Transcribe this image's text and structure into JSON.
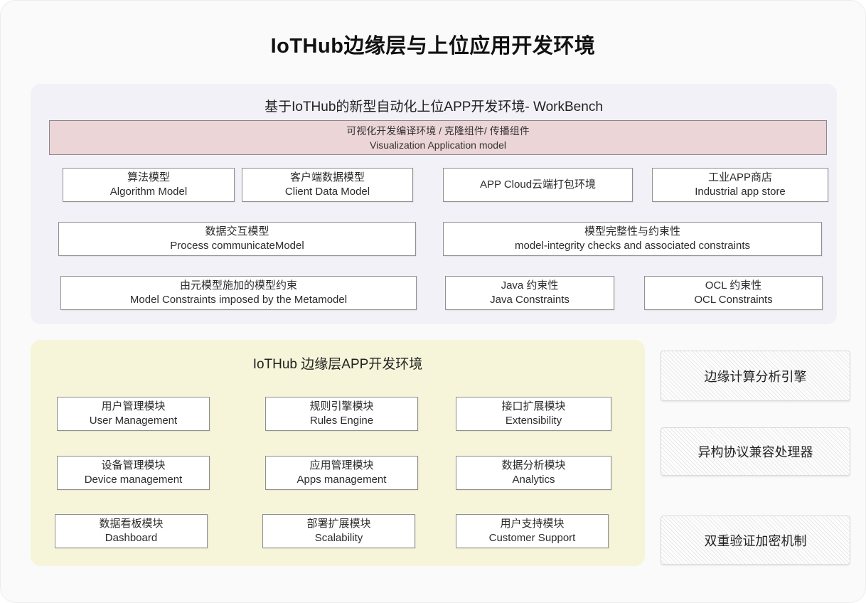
{
  "page": {
    "title": "IoTHub边缘层与上位应用开发环境"
  },
  "workbench": {
    "title": "基于IoTHub的新型自动化上位APP开发环境- WorkBench",
    "banner": {
      "line1": "可视化开发编译环境 / 克隆组件/ 传播组件",
      "line2": "Visualization Application model"
    },
    "boxes": [
      {
        "cn": "算法模型",
        "en": "Algorithm Model"
      },
      {
        "cn": "客户端数据模型",
        "en": "Client Data Model"
      },
      {
        "cn": "APP Cloud云端打包环境",
        "en": ""
      },
      {
        "cn": "工业APP商店",
        "en": "Industrial app store"
      },
      {
        "cn": "数据交互模型",
        "en": "Process communicateModel"
      },
      {
        "cn": "模型完整性与约束性",
        "en": "model-integrity checks and associated constraints"
      },
      {
        "cn": "由元模型施加的模型约束",
        "en": "Model Constraints imposed by the Metamodel"
      },
      {
        "cn": "Java 约束性",
        "en": "Java Constraints"
      },
      {
        "cn": "OCL 约束性",
        "en": "OCL Constraints"
      }
    ]
  },
  "edge": {
    "title": "IoTHub 边缘层APP开发环境",
    "modules": [
      {
        "cn": "用户管理模块",
        "en": "User Management"
      },
      {
        "cn": "规则引擎模块",
        "en": "Rules Engine"
      },
      {
        "cn": "接口扩展模块",
        "en": "Extensibility"
      },
      {
        "cn": "设备管理模块",
        "en": "Device management"
      },
      {
        "cn": "应用管理模块",
        "en": "Apps management"
      },
      {
        "cn": "数据分析模块",
        "en": "Analytics"
      },
      {
        "cn": "数据看板模块",
        "en": "Dashboard"
      },
      {
        "cn": "部署扩展模块",
        "en": "Scalability"
      },
      {
        "cn": "用户支持模块",
        "en": "Customer Support"
      }
    ]
  },
  "side": {
    "items": [
      "边缘计算分析引擎",
      "异构协议兼容处理器",
      "双重验证加密机制"
    ]
  },
  "colors": {
    "page_bg": "#fafafa",
    "workbench_bg": "#f2f1f8",
    "banner_bg": "#ecd5d7",
    "banner_border": "#8d878d",
    "edge_bg": "#f6f5d9",
    "box_border": "#8f8f8f",
    "side_border": "#d8d8d8"
  }
}
